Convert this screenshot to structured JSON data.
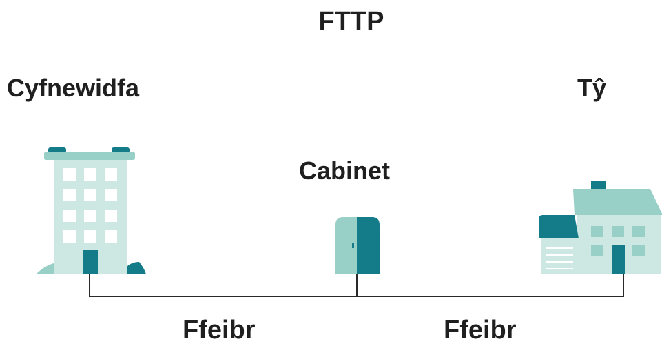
{
  "title": "FTTP",
  "nodes": {
    "exchange": {
      "label": "Cyfnewidfa",
      "icon": "office-building-icon"
    },
    "cabinet": {
      "label": "Cabinet",
      "icon": "street-cabinet-icon"
    },
    "house": {
      "label": "Tŷ",
      "icon": "house-icon"
    }
  },
  "links": [
    {
      "from": "exchange",
      "to": "cabinet",
      "label": "Ffeibr"
    },
    {
      "from": "cabinet",
      "to": "house",
      "label": "Ffeibr"
    }
  ],
  "colors": {
    "light_teal": "#cde8e3",
    "mid_teal": "#98cfc6",
    "dark_teal": "#147b89",
    "window": "#ffffff",
    "line": "#2a2a2a",
    "text": "#1f1f1f"
  }
}
